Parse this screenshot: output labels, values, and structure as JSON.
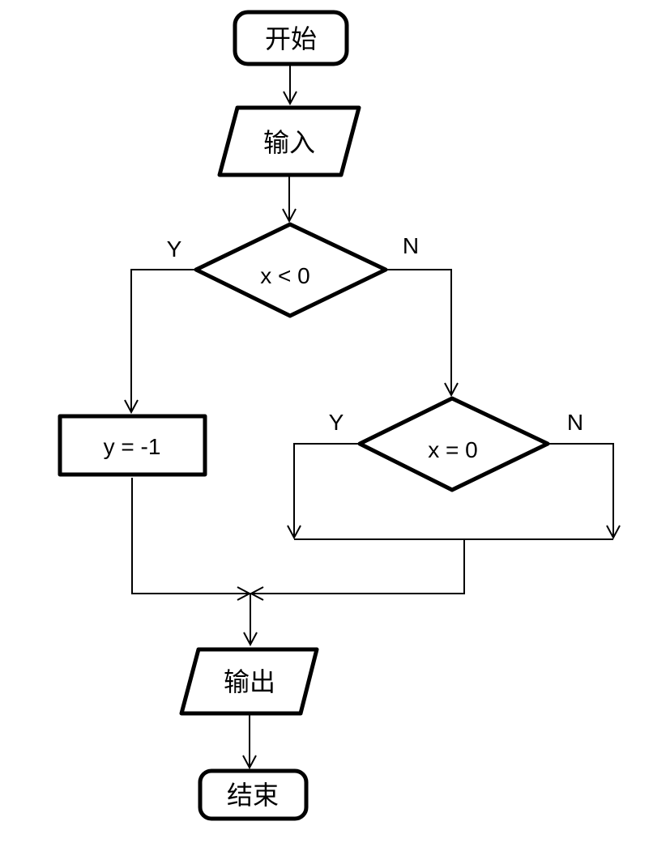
{
  "flowchart": {
    "nodes": {
      "start": {
        "label": "开始",
        "shape": "terminator"
      },
      "input": {
        "label": "输入",
        "shape": "parallelogram"
      },
      "decision1": {
        "label": "x < 0",
        "shape": "diamond"
      },
      "process": {
        "label": "y = -1",
        "shape": "rectangle"
      },
      "decision2": {
        "label": "x = 0",
        "shape": "diamond"
      },
      "output": {
        "label": "输出",
        "shape": "parallelogram"
      },
      "end": {
        "label": "结束",
        "shape": "terminator"
      }
    },
    "branch_labels": {
      "decision1_yes": "Y",
      "decision1_no": "N",
      "decision2_yes": "Y",
      "decision2_no": "N"
    },
    "colors": {
      "stroke": "#000000",
      "canvas": "#ffffff"
    }
  }
}
